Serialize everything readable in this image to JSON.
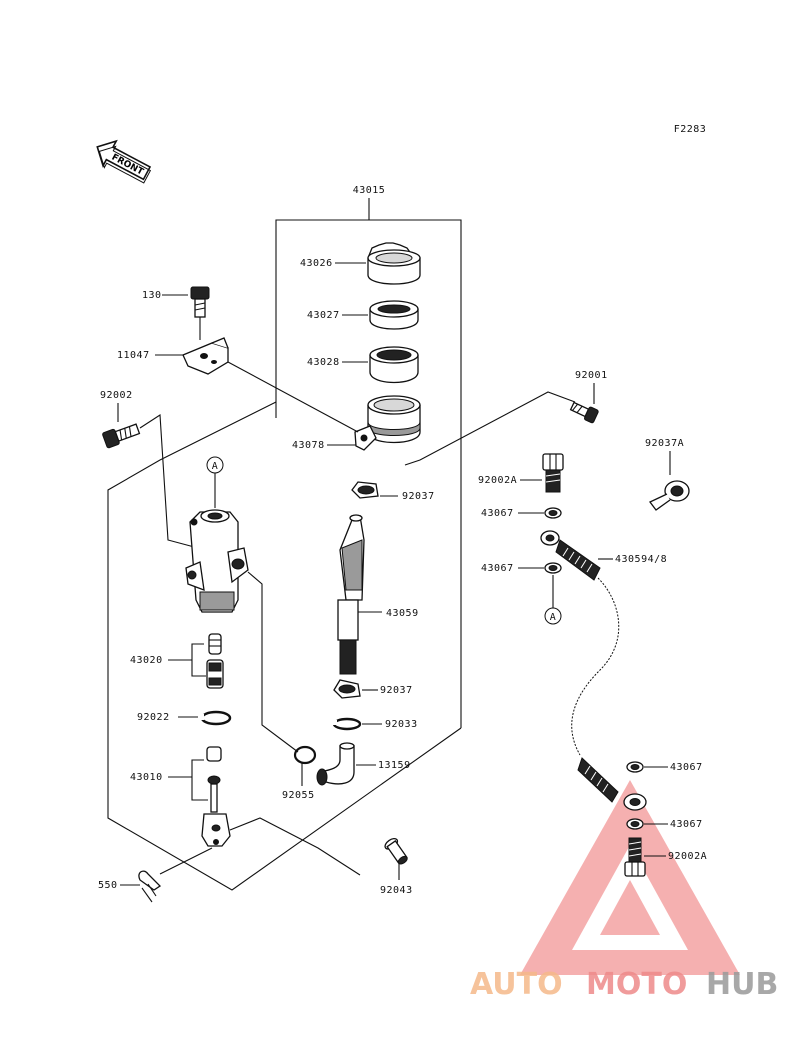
{
  "figure_code": "F2283",
  "front_label": "FRONT",
  "callouts": {
    "c43015": "43015",
    "c43026": "43026",
    "c43027": "43027",
    "c43028": "43028",
    "c43078": "43078",
    "c130": "130",
    "c11047": "11047",
    "c92002": "92002",
    "c92001": "92001",
    "c92037A": "92037A",
    "c92002A_top": "92002A",
    "c43067_1": "43067",
    "c43067_2": "43067",
    "c430594": "430594/8",
    "c92037_top": "92037",
    "c43059": "43059",
    "c92037_bot": "92037",
    "c92033": "92033",
    "c13159": "13159",
    "c43020": "43020",
    "c92022": "92022",
    "c43010": "43010",
    "c92055": "92055",
    "c550": "550",
    "c92043": "92043",
    "c43067_3": "43067",
    "c43067_4": "43067",
    "c92002A_bot": "92002A"
  },
  "markers": {
    "a_top": "A",
    "a_bottom": "A"
  },
  "watermark": {
    "part1": "AUTO",
    "part2": "MOTO",
    "part3": "HUB"
  },
  "colors": {
    "watermark_orange": "#f5b98a",
    "watermark_red": "#ee8a8a",
    "watermark_grey": "#9a9a9a",
    "line": "#111111"
  }
}
